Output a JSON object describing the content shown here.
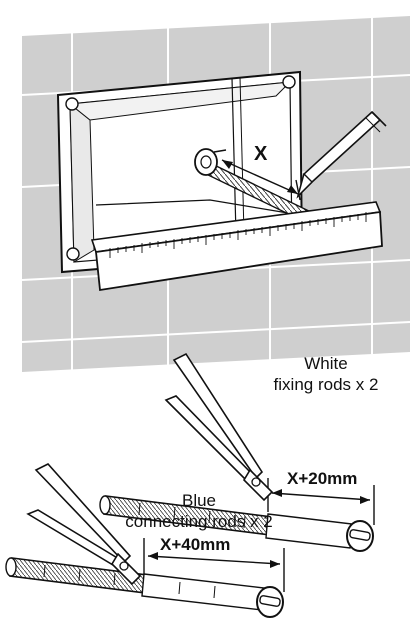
{
  "labels": {
    "measure": "X",
    "white_line1": "White",
    "white_line2": "fixing rods x 2",
    "white_cut": "X+20mm",
    "blue_line1": "Blue",
    "blue_line2": "connecting rods x 2",
    "blue_cut": "X+40mm"
  },
  "colors": {
    "wall": "#cfcfcf",
    "grout": "#ffffff",
    "line": "#111111",
    "part_fill": "#ffffff",
    "recess_shadow": "#e9e9e9"
  },
  "icons": {
    "pencil": "pencil-icon",
    "cutters": "side-cutter-icon"
  }
}
